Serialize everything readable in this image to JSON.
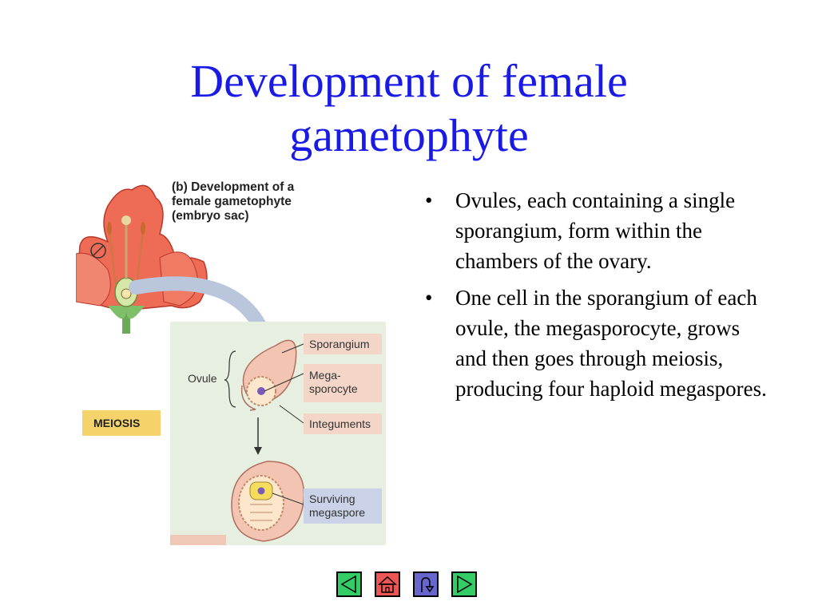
{
  "slide": {
    "title_line1": "Development of female",
    "title_line2": "gametophyte"
  },
  "figure": {
    "caption_line1": "(b) Development of a",
    "caption_line2": "female gametophyte",
    "caption_line3": "(embryo sac)",
    "meiosis_label": "MEIOSIS",
    "ovule_label": "Ovule",
    "sporangium_label": "Sporangium",
    "megasporocyte_label_line1": "Mega-",
    "megasporocyte_label_line2": "sporocyte",
    "integuments_label": "Integuments",
    "surviving_label_line1": "Surviving",
    "surviving_label_line2": "megaspore"
  },
  "bullets": [
    "Ovules, each containing a single sporangium, form within the chambers of the ovary.",
    "One cell in the sporangium of each ovule, the megasporocyte, grows and then goes through meiosis, producing four haploid megaspores."
  ],
  "bullet_symbol": "•",
  "nav": {
    "prev": "left-arrow-icon",
    "home": "home-icon",
    "return": "u-turn-icon",
    "next": "right-arrow-icon",
    "colors": {
      "green": "#33cc66",
      "red": "#ee5555",
      "blue": "#6666cc"
    }
  }
}
